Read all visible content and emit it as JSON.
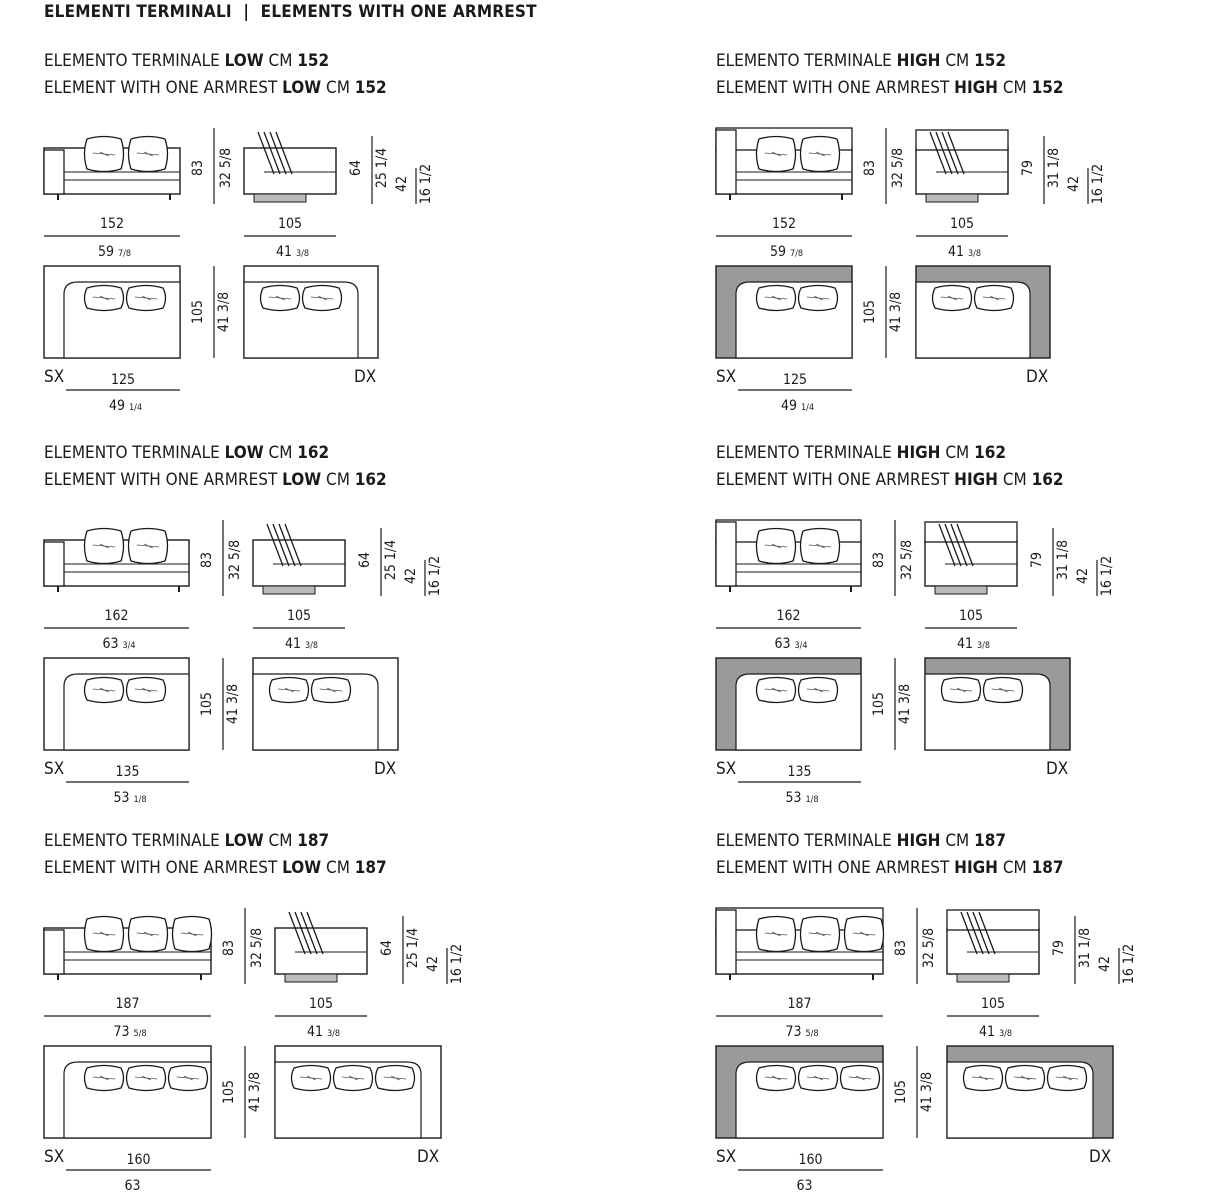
{
  "header": {
    "left": "ELEMENTI TERMINALI",
    "sep": "|",
    "right": "ELEMENTS WITH ONE ARMREST"
  },
  "sections": [
    {
      "id": "low-152",
      "title_it": {
        "prefix": "ELEMENTO TERMINALE ",
        "version": "LOW",
        "cm": " CM ",
        "size": "152"
      },
      "title_en": {
        "prefix": "ELEMENT WITH ONE ARMREST ",
        "version": "LOW",
        "cm": " CM ",
        "size": "152"
      },
      "front_width": {
        "cm": "152",
        "inch_whole": "59",
        "inch_frac": "7/8"
      },
      "side_depth": {
        "cm": "105",
        "inch_whole": "41",
        "inch_frac": "3/8"
      },
      "height": {
        "cm": "83",
        "inch": "32 5/8"
      },
      "side_height": {
        "cm": "64",
        "inch": "25 1/4"
      },
      "seat_height": {
        "cm": "42",
        "inch": "16 1/2"
      },
      "plan_depth": {
        "cm": "105",
        "inch": "41 3/8"
      },
      "seat_width": {
        "cm": "125",
        "inch_whole": "49",
        "inch_frac": "1/4"
      },
      "left_label": "SX",
      "right_label": "DX"
    },
    {
      "id": "high-152",
      "title_it": {
        "prefix": "ELEMENTO TERMINALE ",
        "version": "HIGH",
        "cm": " CM ",
        "size": "152"
      },
      "title_en": {
        "prefix": "ELEMENT WITH ONE ARMREST ",
        "version": "HIGH",
        "cm": " CM ",
        "size": "152"
      },
      "front_width": {
        "cm": "152",
        "inch_whole": "59",
        "inch_frac": "7/8"
      },
      "side_depth": {
        "cm": "105",
        "inch_whole": "41",
        "inch_frac": "3/8"
      },
      "height": {
        "cm": "83",
        "inch": "32 5/8"
      },
      "side_height": {
        "cm": "79",
        "inch": "31 1/8"
      },
      "seat_height": {
        "cm": "42",
        "inch": "16 1/2"
      },
      "plan_depth": {
        "cm": "105",
        "inch": "41 3/8"
      },
      "seat_width": {
        "cm": "125",
        "inch_whole": "49",
        "inch_frac": "1/4"
      },
      "left_label": "SX",
      "right_label": "DX"
    },
    {
      "id": "low-162",
      "title_it": {
        "prefix": "ELEMENTO TERMINALE ",
        "version": "LOW",
        "cm": " CM ",
        "size": "162"
      },
      "title_en": {
        "prefix": "ELEMENT WITH ONE ARMREST ",
        "version": "LOW",
        "cm": " CM ",
        "size": "162"
      },
      "front_width": {
        "cm": "162",
        "inch_whole": "63",
        "inch_frac": "3/4"
      },
      "side_depth": {
        "cm": "105",
        "inch_whole": "41",
        "inch_frac": "3/8"
      },
      "height": {
        "cm": "83",
        "inch": "32 5/8"
      },
      "side_height": {
        "cm": "64",
        "inch": "25 1/4"
      },
      "seat_height": {
        "cm": "42",
        "inch": "16 1/2"
      },
      "plan_depth": {
        "cm": "105",
        "inch": "41 3/8"
      },
      "seat_width": {
        "cm": "135",
        "inch_whole": "53",
        "inch_frac": "1/8"
      },
      "left_label": "SX",
      "right_label": "DX"
    },
    {
      "id": "high-162",
      "title_it": {
        "prefix": "ELEMENTO TERMINALE ",
        "version": "HIGH",
        "cm": " CM ",
        "size": "162"
      },
      "title_en": {
        "prefix": "ELEMENT WITH ONE ARMREST ",
        "version": "HIGH",
        "cm": " CM ",
        "size": "162"
      },
      "front_width": {
        "cm": "162",
        "inch_whole": "63",
        "inch_frac": "3/4"
      },
      "side_depth": {
        "cm": "105",
        "inch_whole": "41",
        "inch_frac": "3/8"
      },
      "height": {
        "cm": "83",
        "inch": "32 5/8"
      },
      "side_height": {
        "cm": "79",
        "inch": "31 1/8"
      },
      "seat_height": {
        "cm": "42",
        "inch": "16 1/2"
      },
      "plan_depth": {
        "cm": "105",
        "inch": "41 3/8"
      },
      "seat_width": {
        "cm": "135",
        "inch_whole": "53",
        "inch_frac": "1/8"
      },
      "left_label": "SX",
      "right_label": "DX"
    },
    {
      "id": "low-187",
      "title_it": {
        "prefix": "ELEMENTO TERMINALE ",
        "version": "LOW",
        "cm": " CM ",
        "size": "187"
      },
      "title_en": {
        "prefix": "ELEMENT WITH ONE ARMREST ",
        "version": "LOW",
        "cm": " CM ",
        "size": "187"
      },
      "front_width": {
        "cm": "187",
        "inch_whole": "73",
        "inch_frac": "5/8"
      },
      "side_depth": {
        "cm": "105",
        "inch_whole": "41",
        "inch_frac": "3/8"
      },
      "height": {
        "cm": "83",
        "inch": "32 5/8"
      },
      "side_height": {
        "cm": "64",
        "inch": "25 1/4"
      },
      "seat_height": {
        "cm": "42",
        "inch": "16 1/2"
      },
      "plan_depth": {
        "cm": "105",
        "inch": "41 3/8"
      },
      "seat_width": {
        "cm": "160",
        "inch_whole": "63",
        "inch_frac": ""
      },
      "left_label": "SX",
      "right_label": "DX"
    },
    {
      "id": "high-187",
      "title_it": {
        "prefix": "ELEMENTO TERMINALE ",
        "version": "HIGH",
        "cm": " CM ",
        "size": "187"
      },
      "title_en": {
        "prefix": "ELEMENT WITH ONE ARMREST ",
        "version": "HIGH",
        "cm": " CM ",
        "size": "187"
      },
      "front_width": {
        "cm": "187",
        "inch_whole": "73",
        "inch_frac": "5/8"
      },
      "side_depth": {
        "cm": "105",
        "inch_whole": "41",
        "inch_frac": "3/8"
      },
      "height": {
        "cm": "83",
        "inch": "32 5/8"
      },
      "side_height": {
        "cm": "79",
        "inch": "31 1/8"
      },
      "seat_height": {
        "cm": "42",
        "inch": "16 1/2"
      },
      "plan_depth": {
        "cm": "105",
        "inch": "41 3/8"
      },
      "seat_width": {
        "cm": "160",
        "inch_whole": "63",
        "inch_frac": ""
      },
      "left_label": "SX",
      "right_label": "DX"
    }
  ]
}
